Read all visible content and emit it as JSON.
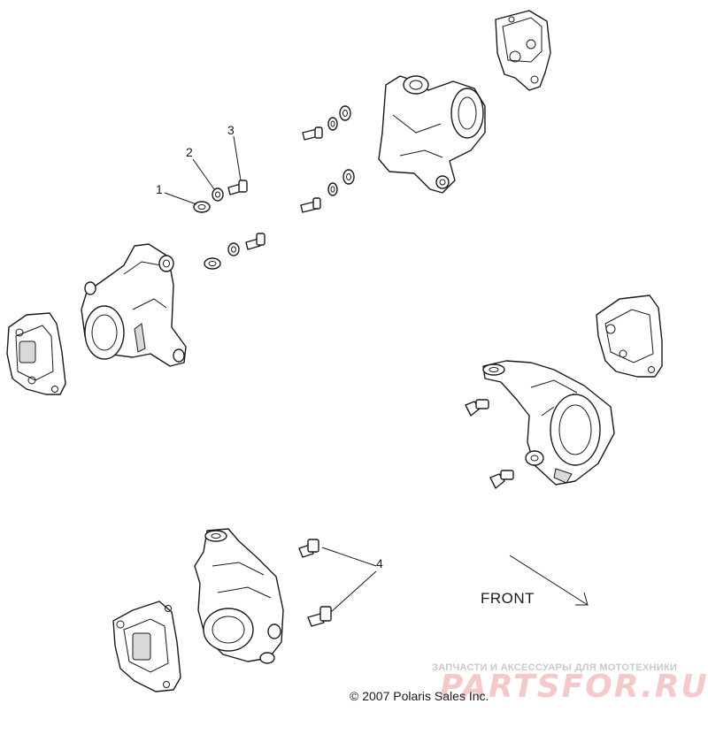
{
  "callouts": [
    {
      "label": "1"
    },
    {
      "label": "2"
    },
    {
      "label": "3"
    },
    {
      "label": "4"
    }
  ],
  "direction_label": "FRONT",
  "copyright": "© 2007 Polaris Sales Inc.",
  "watermark": {
    "tagline": "ЗАПЧАСТИ И АКСЕССУАРЫ ДЛЯ МОТОТЕХНИКИ",
    "brand": "PARTSFOR.RU"
  },
  "colors": {
    "line": "#1a1a1a",
    "watermark_brand": "#f4c9c9",
    "watermark_tagline": "#c9c9c9"
  }
}
